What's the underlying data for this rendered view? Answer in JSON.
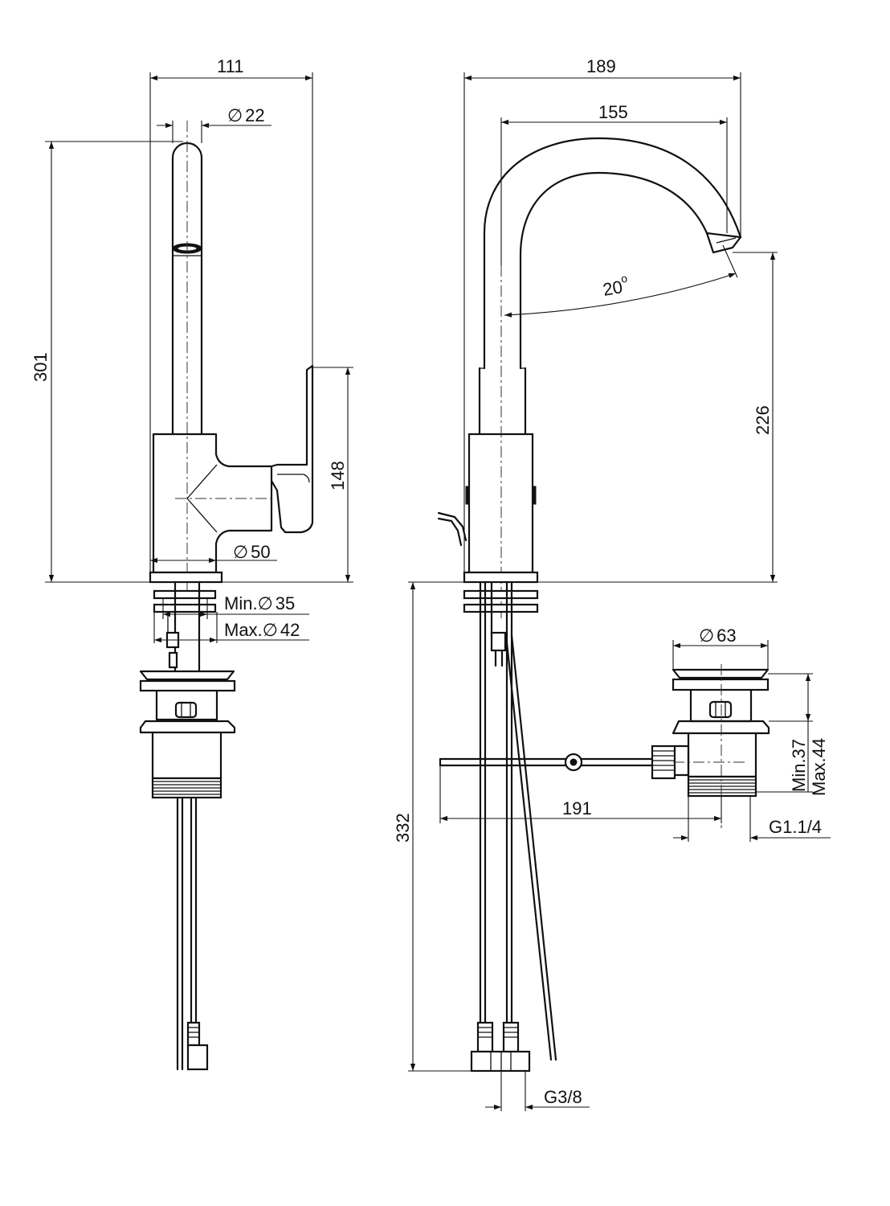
{
  "dimensions": {
    "width_front": "111",
    "spout_diameter": "22",
    "height_total": "301",
    "lever_height": "148",
    "body_diameter": "50",
    "hole_min": "Min.",
    "hole_min_value": "35",
    "hole_max": "Max.",
    "hole_max_value": "42",
    "width_side": "189",
    "spout_reach": "155",
    "spout_angle": "20",
    "spout_angle_unit": "o",
    "spout_height": "226",
    "below_deck": "332",
    "waste_diameter": "63",
    "waste_min": "Min.37",
    "waste_max": "Max.44",
    "rod_length": "191",
    "waste_thread": "G1.1/4",
    "supply_thread": "G3/8"
  },
  "symbols": {
    "diameter": "∅"
  },
  "colors": {
    "line": "#111111",
    "background": "#ffffff"
  }
}
